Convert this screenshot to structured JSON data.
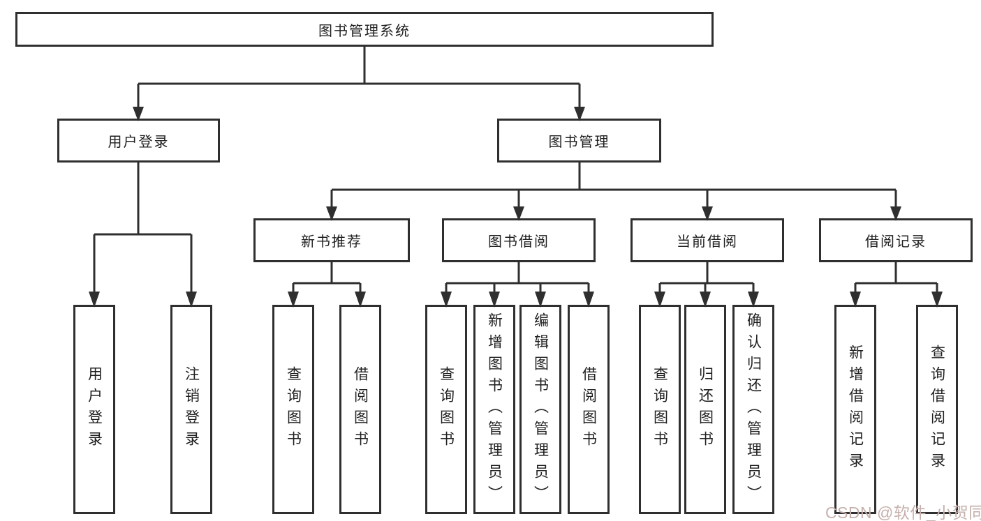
{
  "diagram": {
    "title": "图书管理系统",
    "branches": [
      {
        "label": "用户登录",
        "children": [
          "用户登录",
          "注销登录"
        ]
      },
      {
        "label": "图书管理",
        "groups": [
          {
            "label": "新书推荐",
            "children": [
              "查询图书",
              "借阅图书"
            ]
          },
          {
            "label": "图书借阅",
            "children": [
              "查询图书",
              "新增图书（管理员）",
              "编辑图书（管理员）",
              "借阅图书"
            ]
          },
          {
            "label": "当前借阅",
            "children": [
              "查询图书",
              "归还图书",
              "确认归还（管理员）"
            ]
          },
          {
            "label": "借阅记录",
            "children": [
              "新增借阅记录",
              "查询借阅记录"
            ]
          }
        ]
      }
    ],
    "colors": {
      "line": "#2f2f2f",
      "text": "#1f1f1f",
      "background": "#ffffff",
      "watermark": "#c6b0ac"
    },
    "watermark": "CSDN @软件_小贺同学"
  }
}
